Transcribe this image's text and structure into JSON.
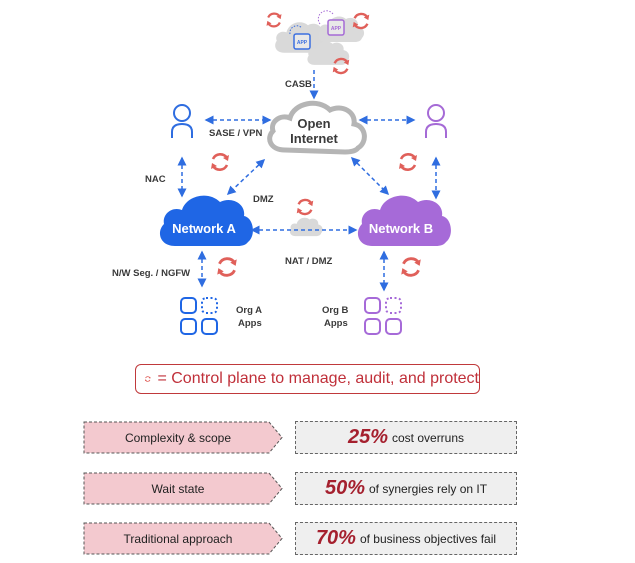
{
  "diagram": {
    "top_apps": [
      {
        "label": "APP",
        "color": "#3b6fe0"
      },
      {
        "label": "APP",
        "color": "#a56ad6"
      }
    ],
    "labels": {
      "casb": "CASB",
      "sase_vpn": "SASE / VPN",
      "open_internet_line1": "Open",
      "open_internet_line2": "Internet",
      "nac": "NAC",
      "dmz": "DMZ",
      "network_a": "Network A",
      "network_b": "Network B",
      "nat_dmz": "NAT / DMZ",
      "nw_seg": "N/W Seg. / NGFW",
      "org_a_line1": "Org A",
      "org_a_line2": "Apps",
      "org_b_line1": "Org B",
      "org_b_line2": "Apps"
    },
    "colors": {
      "network_a": "#1f66e5",
      "network_b": "#a66ad8",
      "arrow": "#2f6de0",
      "control_plane": "#e0605a",
      "cloud_gray": "#d9d9d9",
      "open_internet_stroke": "#b5b5b5"
    },
    "icons": [
      "user-icon-blue",
      "user-icon-purple",
      "sync-icon",
      "app-grid-icon",
      "cloud-icon"
    ]
  },
  "legend": {
    "icon": "sync-icon",
    "text": "= Control plane to manage, audit, and protect"
  },
  "challenges": [
    {
      "label": "Complexity & scope",
      "percent": "25%",
      "text": "cost overruns"
    },
    {
      "label": "Wait state",
      "percent": "50%",
      "text": "of synergies rely on IT"
    },
    {
      "label": "Traditional approach",
      "percent": "70%",
      "text": "of business objectives fail"
    }
  ],
  "colors": {
    "chevron_fill": "#f3c9cf",
    "stat_fill": "#efefef",
    "percent_color": "#a5202e",
    "legend_color": "#c0393b"
  }
}
